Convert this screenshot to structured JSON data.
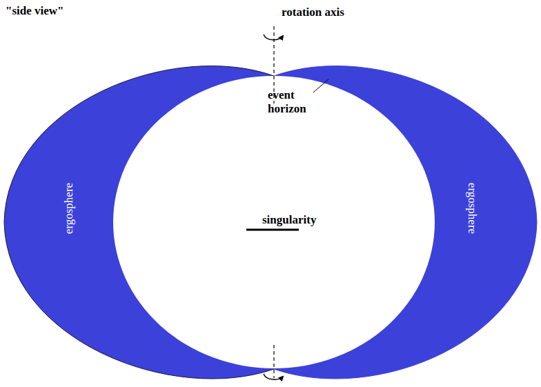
{
  "diagram": {
    "title": "\"side view\"",
    "labels": [
      "rotation axis",
      "event horizon",
      "singularity",
      "ergosphere",
      "ergosphere"
    ]
  }
}
